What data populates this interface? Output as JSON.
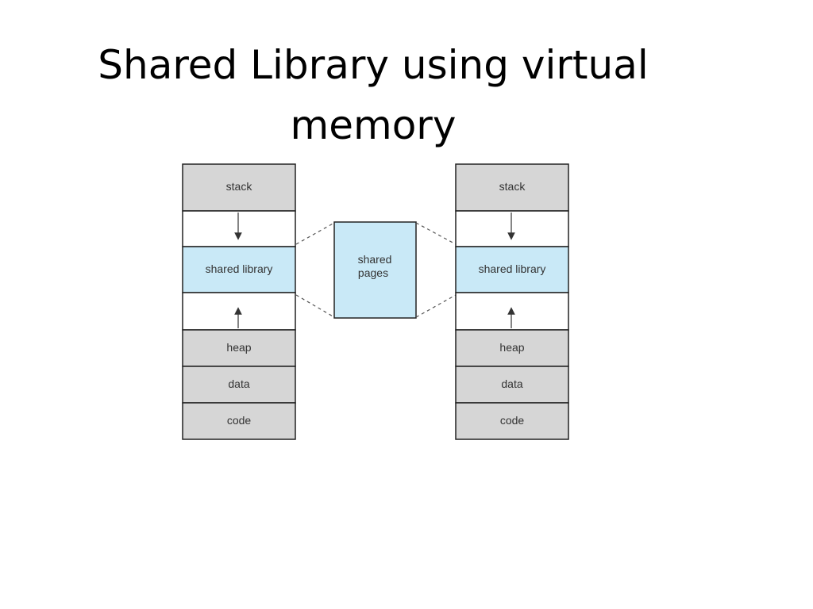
{
  "slide": {
    "title_line1": "Shared Library using virtual",
    "title_line2": "memory"
  },
  "colors": {
    "segment_gray": "#d6d6d6",
    "shared_blue": "#c9e9f7",
    "border": "#222222"
  },
  "process_left": {
    "segments": [
      "stack",
      "",
      "shared library",
      "",
      "heap",
      "data",
      "code"
    ]
  },
  "process_right": {
    "segments": [
      "stack",
      "",
      "shared library",
      "",
      "heap",
      "data",
      "code"
    ]
  },
  "shared_pages": {
    "label_line1": "shared",
    "label_line2": "pages"
  }
}
